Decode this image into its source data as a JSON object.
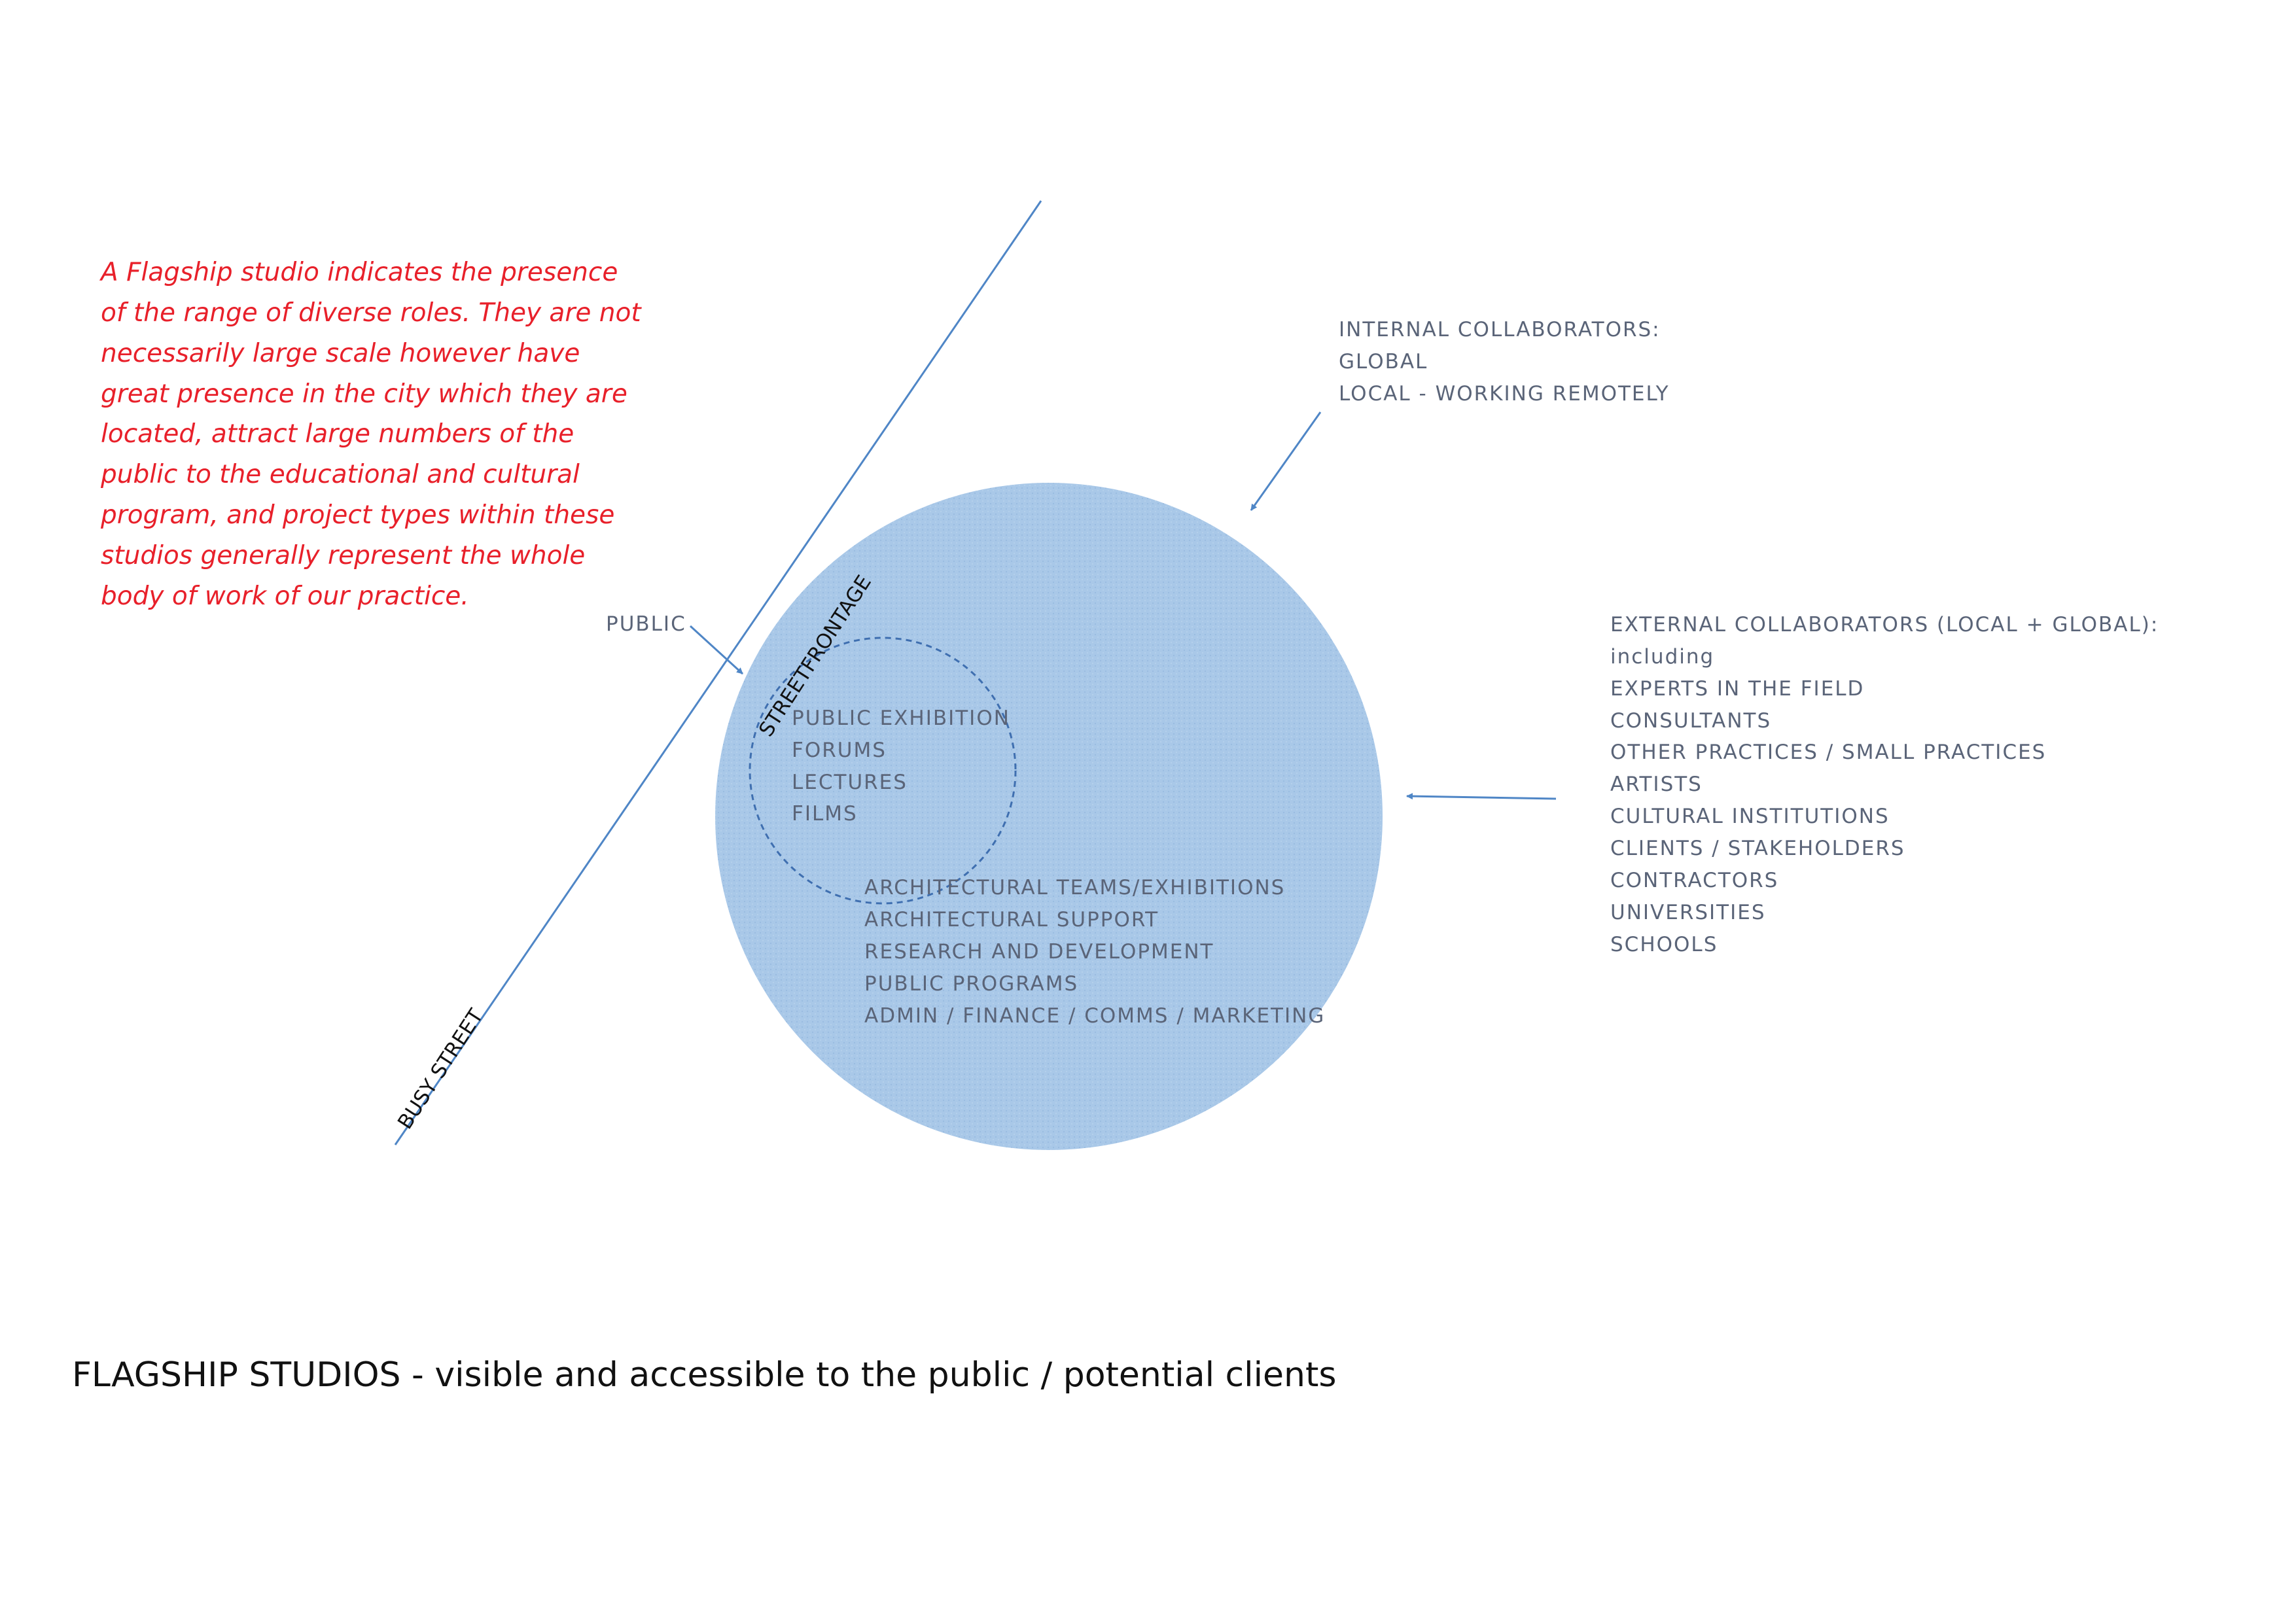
{
  "note": {
    "lines": [
      "A Flagship studio indicates the presence",
      "of the range of diverse roles. They are not",
      "necessarily large scale however have",
      "great presence in the city which they are",
      "located, attract large numbers of the",
      "public to the educational and cultural",
      "program, and project types within these",
      "studios generally represent the whole",
      "body of work of our practice."
    ]
  },
  "labels": {
    "busy_street": "BUSY STREET",
    "street_frontage": "STREETFRONTAGE",
    "public": "PUBLIC"
  },
  "inner_circle_items": [
    "PUBLIC EXHIBITION",
    "FORUMS",
    "LECTURES",
    "FILMS"
  ],
  "main_circle_items": [
    "ARCHITECTURAL TEAMS/EXHIBITIONS",
    "ARCHITECTURAL SUPPORT",
    "RESEARCH AND DEVELOPMENT",
    "PUBLIC PROGRAMS",
    "ADMIN / FINANCE / COMMS / MARKETING"
  ],
  "internal_collaborators": [
    "INTERNAL COLLABORATORS:",
    "GLOBAL",
    "LOCAL - WORKING REMOTELY"
  ],
  "external_collaborators": [
    "EXTERNAL COLLABORATORS (LOCAL + GLOBAL):",
    "including",
    "EXPERTS IN THE FIELD",
    "CONSULTANTS",
    "OTHER PRACTICES / SMALL PRACTICES",
    "ARTISTS",
    "CULTURAL INSTITUTIONS",
    "CLIENTS / STAKEHOLDERS",
    "CONTRACTORS",
    "UNIVERSITIES",
    "SCHOOLS"
  ],
  "caption": "FLAGSHIP STUDIOS - visible and accessible to the public / potential clients",
  "colors": {
    "note_text": "#e8202a",
    "label_text": "#5a6478",
    "circle_fill": "#a9c8e8",
    "line_blue": "#4f86c6",
    "dark_text": "#111111"
  }
}
